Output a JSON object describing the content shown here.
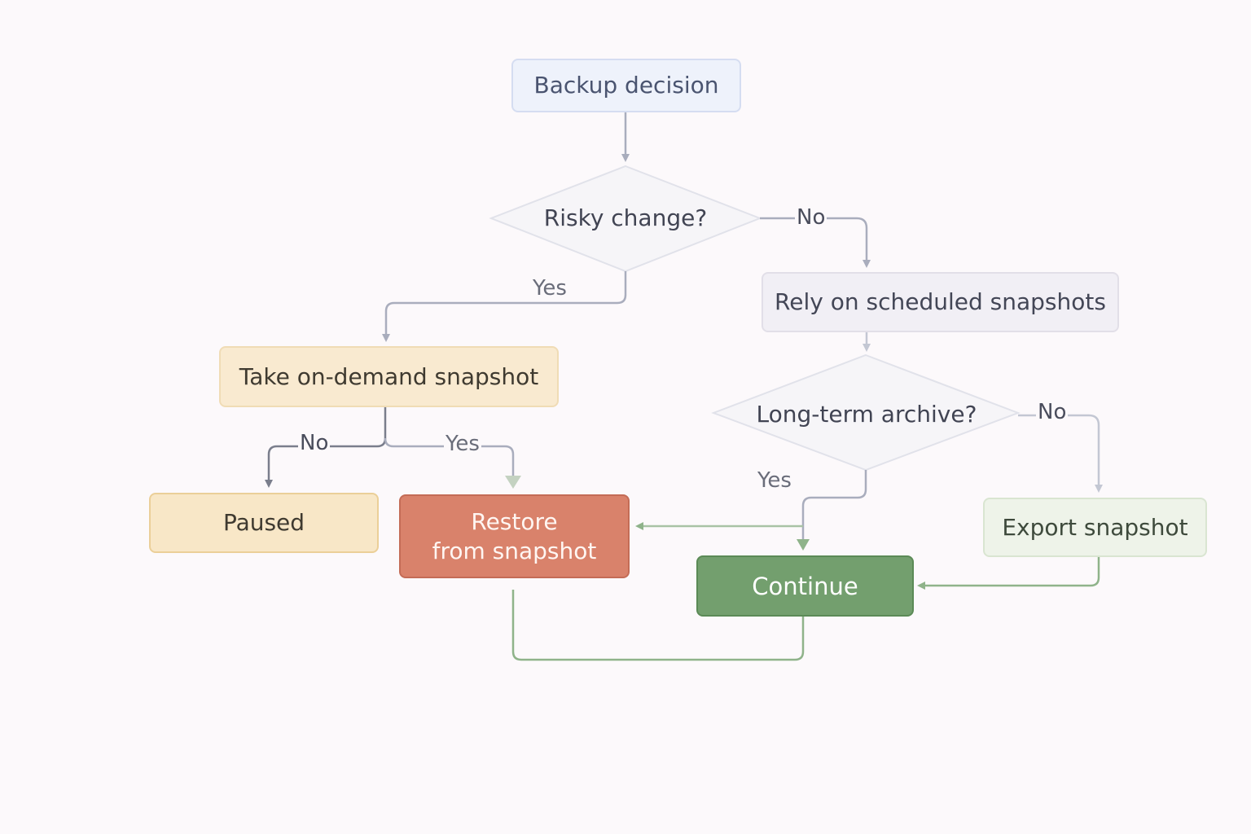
{
  "diagram": {
    "nodes": {
      "start": {
        "label": "Backup decision"
      },
      "risky": {
        "label": "Risky change?"
      },
      "scheduled": {
        "label": "Rely on scheduled snapshots"
      },
      "ondemand": {
        "label": "Take on-demand snapshot"
      },
      "archive": {
        "label": "Long-term archive?"
      },
      "paused": {
        "label": "Paused"
      },
      "restore": {
        "label": "Restore\nfrom snapshot"
      },
      "continue": {
        "label": "Continue"
      },
      "export": {
        "label": "Export snapshot"
      }
    },
    "edge_labels": {
      "risky_no": "No",
      "risky_yes": "Yes",
      "archive_no": "No",
      "archive_yes": "Yes",
      "ondemand_no": "No",
      "ondemand_yes": "Yes"
    },
    "edges": [
      {
        "from": "start",
        "to": "risky"
      },
      {
        "from": "risky",
        "to": "scheduled",
        "label": "No"
      },
      {
        "from": "risky",
        "to": "ondemand",
        "label": "Yes"
      },
      {
        "from": "scheduled",
        "to": "archive"
      },
      {
        "from": "archive",
        "to": "export",
        "label": "No"
      },
      {
        "from": "archive",
        "to": "continue",
        "label": "Yes"
      },
      {
        "from": "ondemand",
        "to": "paused",
        "label": "No"
      },
      {
        "from": "ondemand",
        "to": "restore",
        "label": "Yes"
      },
      {
        "from": "continue",
        "to": "restore"
      },
      {
        "from": "export",
        "to": "continue"
      },
      {
        "from": "restore",
        "to": "continue"
      }
    ],
    "colors": {
      "background": "#fcf9fb",
      "neutral_arrow": "#a9adbd",
      "dark_arrow": "#7a7e8c",
      "green_arrow": "#8fb38a",
      "restore_fill": "#d9826b",
      "continue_fill": "#739f6e",
      "ondemand_fill": "#f9ead0",
      "paused_fill": "#f8e7c7",
      "export_fill": "#eef3e9",
      "start_fill": "#eef2fb"
    }
  }
}
